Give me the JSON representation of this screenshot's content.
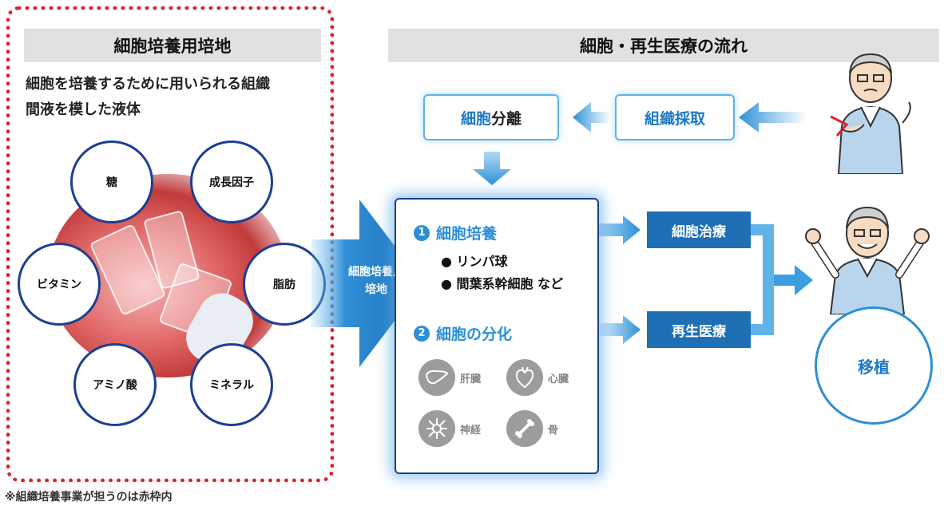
{
  "left": {
    "title": "細胞培養用培地",
    "description_line1": "細胞を培養するために用いられる組織",
    "description_line2": "間液を模した液体",
    "nutrients": [
      "糖",
      "成長因子",
      "ビタミン",
      "脂肪",
      "アミノ酸",
      "ミネラル"
    ]
  },
  "arrow_label_line1": "細胞培養用",
  "arrow_label_line2": "培地",
  "right": {
    "title": "細胞・再生医療の流れ",
    "separation_prefix": "細胞",
    "separation_suffix": "分離",
    "harvest": "組織採取",
    "process": {
      "step1_num": "1",
      "step1": "細胞培養",
      "bullet1": "● リンパ球",
      "bullet2": "● 間葉系幹細胞 など",
      "step2_num": "2",
      "step2": "細胞の分化",
      "organs": [
        "肝臓",
        "心臓",
        "神経",
        "骨"
      ]
    },
    "therapy": "細胞治療",
    "regenerative": "再生医療",
    "transplant": "移植"
  },
  "footnote": "※組織培養事業が担うのは赤枠内",
  "colors": {
    "red_frame": "#d9262c",
    "navy": "#1c3f91",
    "blue": "#2b8fd8",
    "filled_blue": "#1f6fb5"
  }
}
